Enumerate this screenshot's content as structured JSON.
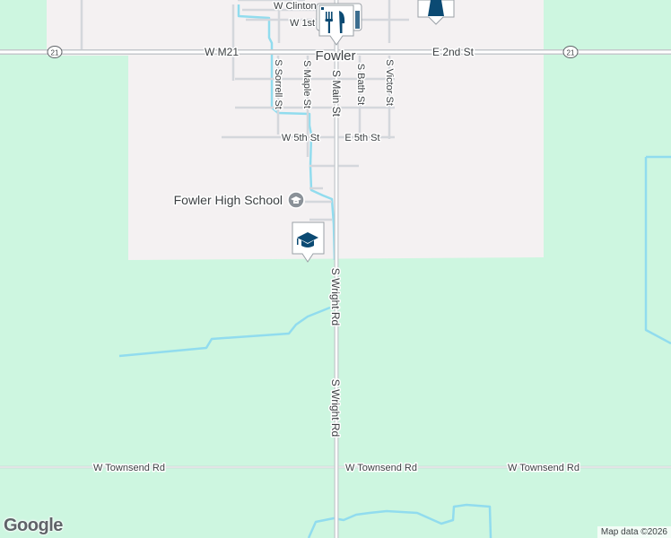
{
  "map": {
    "colors": {
      "farmland": "#cdf6e0",
      "town": "#f4f1f2",
      "road": "#d4d7dc",
      "road_fill": "#ffffff",
      "water": "#91dcee",
      "pin": "#0b4a73"
    },
    "town_label": "Fowler",
    "school_label": "Fowler High School",
    "highway_shield": "21",
    "roads": {
      "w_m21": "W M21",
      "e_2nd": "E 2nd St",
      "w_clinton": "W Clinton",
      "w_1st": "W 1st",
      "w_5th": "W 5th St",
      "e_5th": "E 5th St",
      "s_sorrell": "S Sorrell St",
      "s_maple": "S Maple St",
      "s_main": "S Main St",
      "s_bath": "S Bath St",
      "s_victor": "S Victor St",
      "s_wright_1": "S Wright Rd",
      "s_wright_2": "S Wright Rd",
      "townsend_w": "W Townsend Rd",
      "townsend_mid": "W Townsend Rd",
      "townsend_e": "W Townsend Rd"
    },
    "markers": [
      {
        "type": "school",
        "icon": "graduation-cap-icon"
      },
      {
        "type": "restaurant",
        "icon": "fork-knife-icon"
      },
      {
        "type": "shopping",
        "icon": "shopping-bag-icon"
      },
      {
        "type": "place",
        "icon": "building-icon"
      }
    ],
    "branding": "Google",
    "attribution": "Map data ©2026"
  }
}
